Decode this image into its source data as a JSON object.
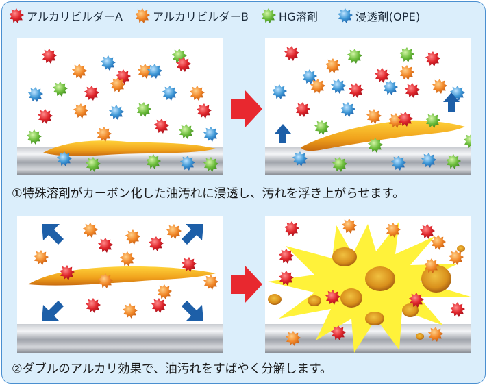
{
  "legend": [
    {
      "label": "アルカリビルダーA",
      "color": "#e0262c",
      "icon": "red-burst-particle-icon"
    },
    {
      "label": "アルカリビルダーB",
      "color": "#f2892a",
      "icon": "orange-burst-particle-icon"
    },
    {
      "label": "HG溶剤",
      "color": "#6fbf3e",
      "icon": "green-burst-particle-icon"
    },
    {
      "label": "浸透剤(OPE)",
      "color": "#3f98d6",
      "icon": "blue-burst-particle-icon"
    }
  ],
  "steps": [
    {
      "caption": "①特殊溶剤がカーボン化した油汚れに浸透し、汚れを浮き上がらせます。"
    },
    {
      "caption": "②ダブルのアルカリ効果で、油汚れをすばやく分解します。"
    }
  ],
  "colors": {
    "frame_border": "#4a8fd0",
    "frame_bg": "#dbeefb",
    "arrow_red": "#e8282f",
    "arrow_blue": "#1d5fa8",
    "oil": "#f0a21c",
    "explosion": "#fff23a"
  }
}
